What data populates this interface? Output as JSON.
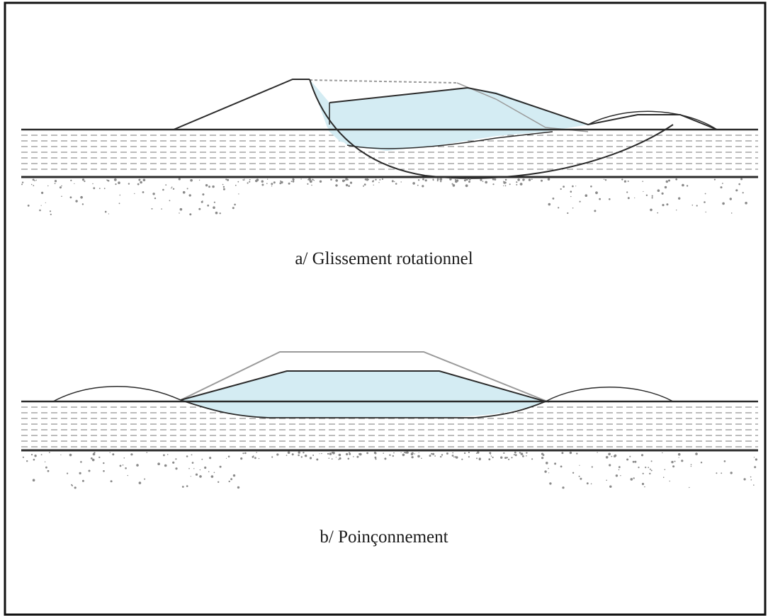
{
  "panels": [
    {
      "id": "a",
      "caption": "a/ Glissement rotationnel"
    },
    {
      "id": "b",
      "caption": "b/ Poinçonnement"
    }
  ],
  "colors": {
    "embankment_fill": "#d4ecf3",
    "line": "#2b2b2b",
    "ghost_line": "#9a9a9a",
    "dash": "#7a7a7a",
    "gravel": "#8a8a8a"
  }
}
